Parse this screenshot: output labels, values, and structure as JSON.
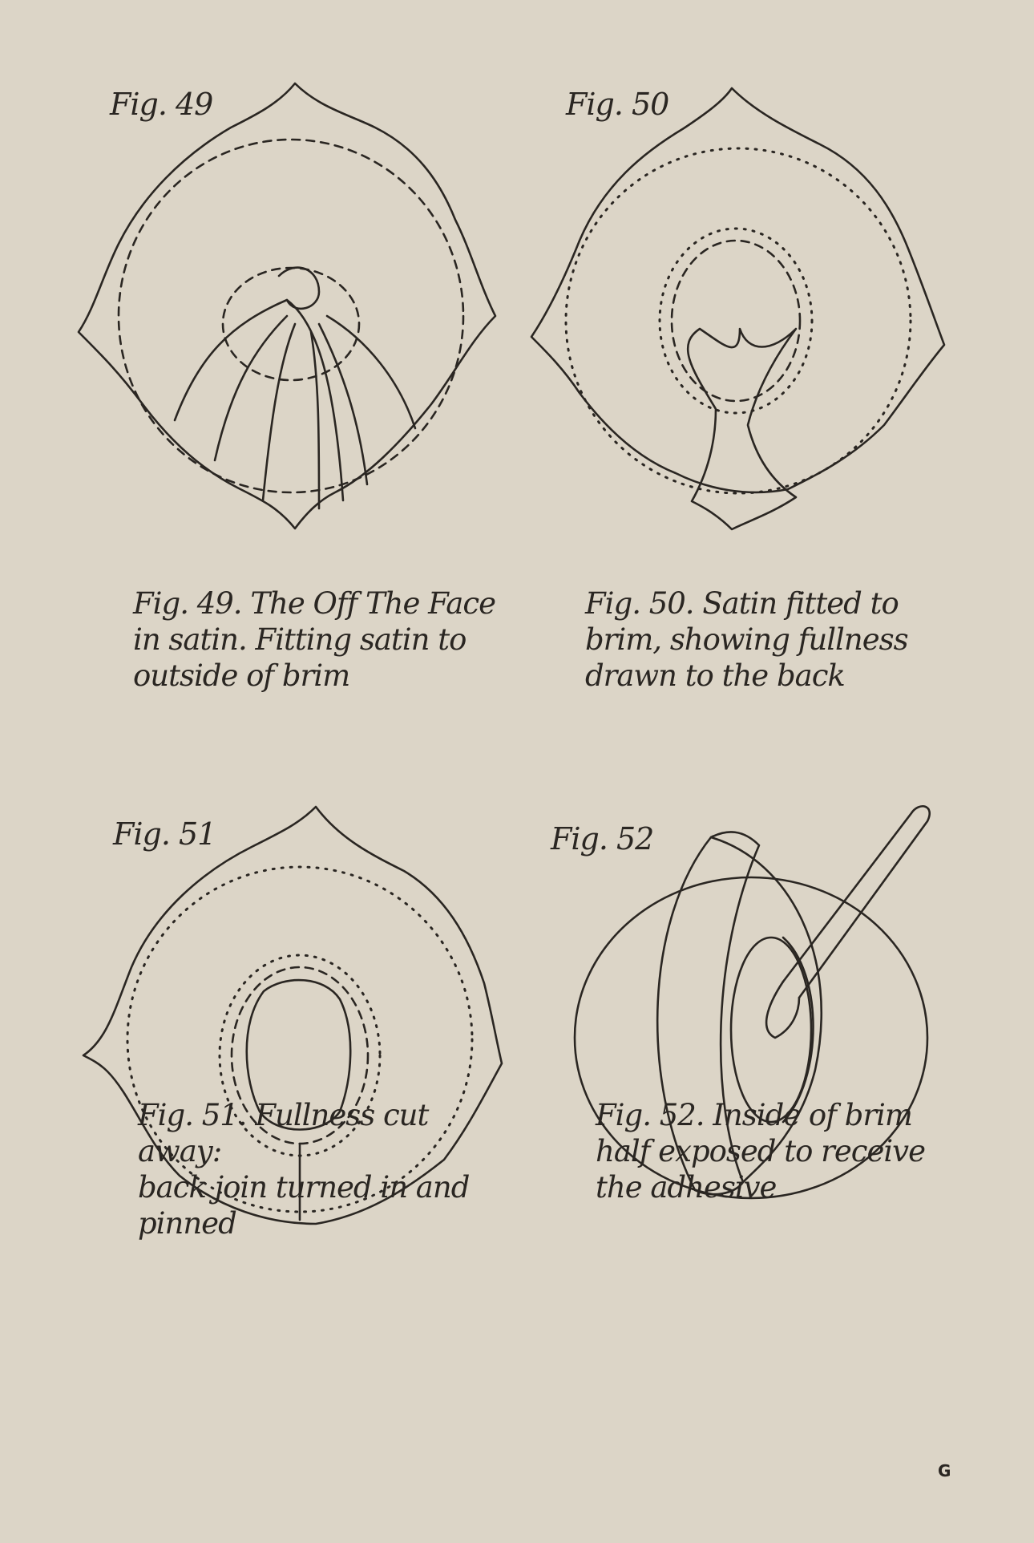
{
  "figures": [
    {
      "label": "Fig. 49",
      "caption_lines": [
        "Fig. 49. The Off The Face",
        "in satin. Fitting satin to",
        "outside of brim"
      ]
    },
    {
      "label": "Fig. 50",
      "caption_lines": [
        "Fig. 50. Satin fitted to",
        "brim, showing fullness",
        "drawn to the back"
      ]
    },
    {
      "label": "Fig. 51",
      "caption_lines": [
        "Fig. 51. Fullness cut away:",
        "back join turned in and",
        "pinned"
      ]
    },
    {
      "label": "Fig. 52",
      "caption_lines": [
        "Fig. 52. Inside of brim",
        "half exposed to receive",
        "the adhesive"
      ]
    }
  ],
  "signature_mark": "G"
}
